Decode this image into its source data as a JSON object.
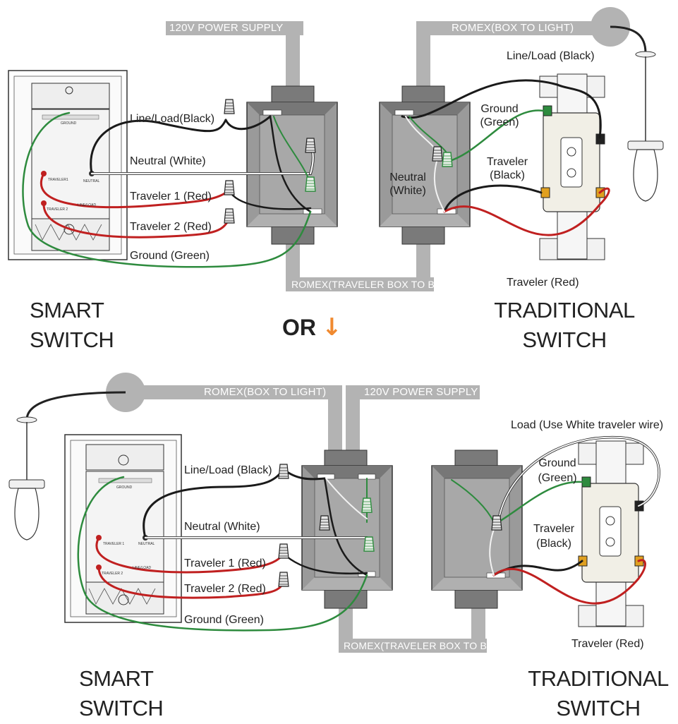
{
  "top": {
    "banner_power": "120V POWER SUPPLY",
    "banner_romex_light": "ROMEX(BOX TO LIGHT)",
    "banner_romex_traveler": "ROMEX(TRAVELER BOX TO BOX)",
    "labels": {
      "line_load": "Line/Load(Black)",
      "neutral": "Neutral (White)",
      "traveler1": "Traveler 1 (Red)",
      "traveler2": "Traveler 2 (Red)",
      "ground": "Ground (Green)",
      "right_line_load": "Line/Load (Black)",
      "right_ground_1": "Ground",
      "right_ground_2": "(Green)",
      "right_neutral_1": "Neutral",
      "right_neutral_2": "(White)",
      "right_traveler_1": "Traveler",
      "right_traveler_2": "(Black)",
      "right_traveler_red": "Traveler (Red)"
    },
    "smart_switch_1": "SMART",
    "smart_switch_2": "SWITCH",
    "traditional_switch_1": "TRADITIONAL",
    "traditional_switch_2": "SWITCH",
    "device_text": {
      "ground": "GROUND",
      "line_load": "LINE/LOAD",
      "neutral": "NEUTRAL",
      "traveler1": "TRAVELER1",
      "traveler2": "TRAVELER 2"
    }
  },
  "separator": {
    "or": "OR",
    "arrow": "↓"
  },
  "bottom": {
    "banner_romex_light": "ROMEX(BOX TO LIGHT)",
    "banner_power": "120V POWER SUPPLY",
    "banner_romex_traveler": "ROMEX(TRAVELER BOX TO BOX)",
    "labels": {
      "line_load": "Line/Load (Black)",
      "neutral": "Neutral (White)",
      "traveler1": "Traveler 1 (Red)",
      "traveler2": "Traveler 2 (Red)",
      "ground": "Ground (Green)",
      "load_white": "Load (Use White traveler wire)",
      "right_ground_1": "Ground",
      "right_ground_2": "(Green)",
      "right_traveler_1": "Traveler",
      "right_traveler_2": "(Black)",
      "right_traveler_red": "Traveler (Red)"
    },
    "smart_switch_1": "SMART",
    "smart_switch_2": "SWITCH",
    "traditional_switch_1": "TRADITIONAL",
    "traditional_switch_2": "SWITCH",
    "device_text": {
      "ground": "GROUND",
      "line_load": "LINE/LOAD",
      "neutral": "NEUTRAL",
      "traveler1": "TRAVELER 1",
      "traveler2": "TRAVELER 2"
    }
  },
  "colors": {
    "conduit": "#b3b3b3",
    "box": "#8c8c8c",
    "black_wire": "#1a1a1a",
    "white_wire": "#f2f2f2",
    "red_wire": "#c02020",
    "green_wire": "#2e8b3e",
    "arrow": "#f08a30"
  }
}
